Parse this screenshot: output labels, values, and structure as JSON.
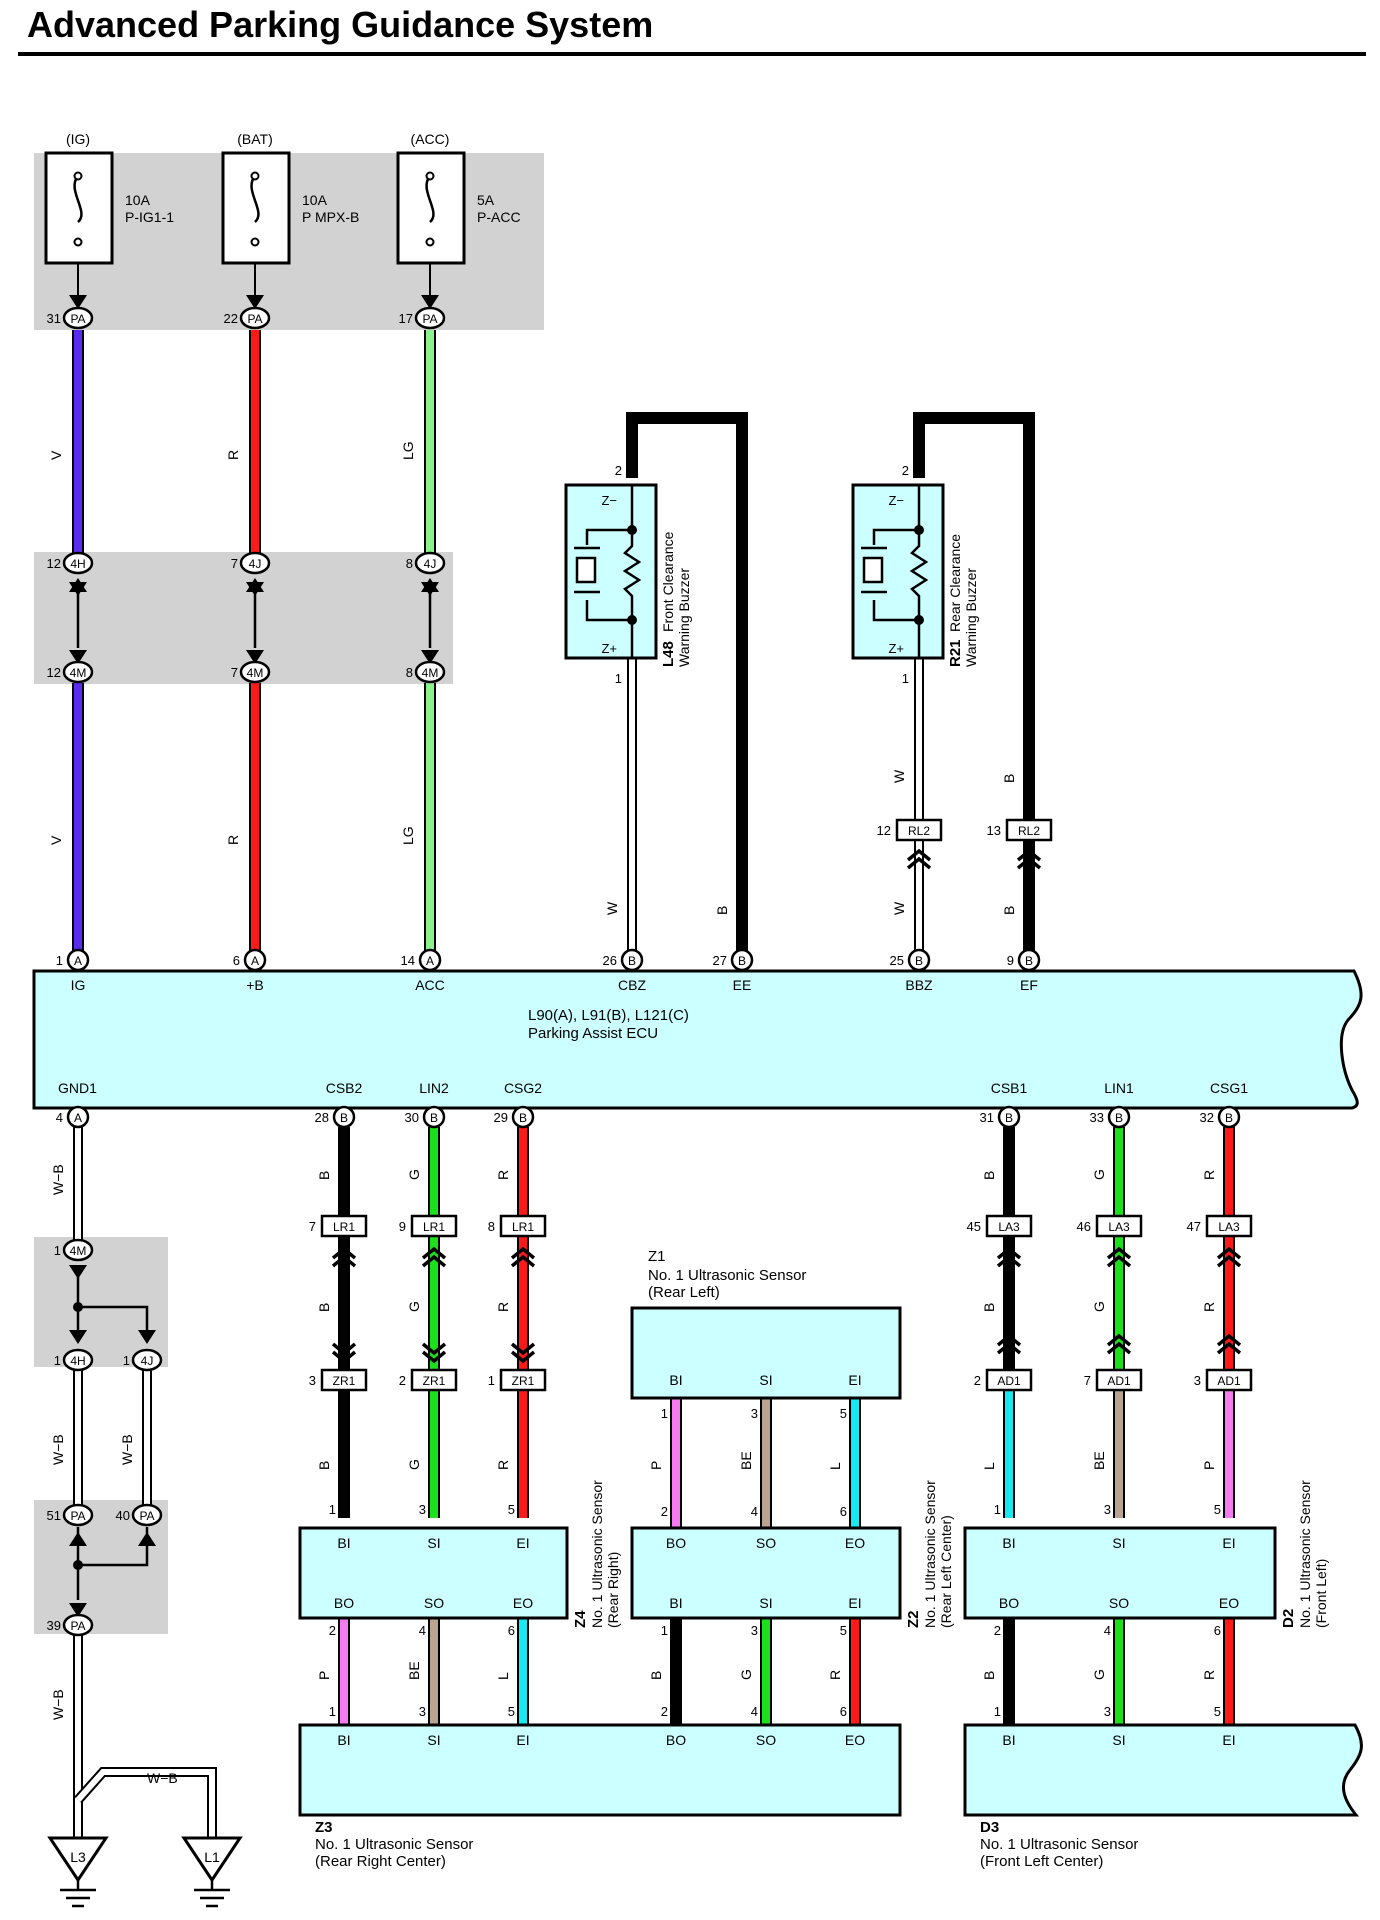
{
  "title": "Advanced Parking Guidance System",
  "fuses": [
    {
      "source": "(IG)",
      "rating": "10A",
      "name": "P-IG1-1",
      "pin": "31",
      "conn": "PA"
    },
    {
      "source": "(BAT)",
      "rating": "10A",
      "name": "P MPX-B",
      "pin": "22",
      "conn": "PA"
    },
    {
      "source": "(ACC)",
      "rating": "5A",
      "name": "P-ACC",
      "pin": "17",
      "conn": "PA"
    }
  ],
  "supply_wires": [
    {
      "color_code": "V",
      "color": "#5a2cf0",
      "j1": {
        "pin": "12",
        "conn": "4H"
      },
      "j2": {
        "pin": "12",
        "conn": "4M"
      },
      "ecu": {
        "pin": "1",
        "conn": "A",
        "label": "IG"
      }
    },
    {
      "color_code": "R",
      "color": "#ff1a1a",
      "j1": {
        "pin": "7",
        "conn": "4J"
      },
      "j2": {
        "pin": "7",
        "conn": "4M"
      },
      "ecu": {
        "pin": "6",
        "conn": "A",
        "label": "+B"
      }
    },
    {
      "color_code": "LG",
      "color": "#8cf28c",
      "j1": {
        "pin": "8",
        "conn": "4J"
      },
      "j2": {
        "pin": "8",
        "conn": "4M"
      },
      "ecu": {
        "pin": "14",
        "conn": "A",
        "label": "ACC"
      }
    }
  ],
  "buzzers": [
    {
      "code": "L48",
      "name": "Front Clearance Warning Buzzer",
      "pin_top": "2",
      "pin_bottom": "1",
      "z_minus": "Z−",
      "z_plus": "Z+",
      "wire_w": "W",
      "wire_b": "B",
      "ecu_w": {
        "pin": "26",
        "conn": "B",
        "label": "CBZ"
      },
      "ecu_b": {
        "pin": "27",
        "conn": "B",
        "label": "EE"
      }
    },
    {
      "code": "R21",
      "name": "Rear Clearance Warning Buzzer",
      "pin_top": "2",
      "pin_bottom": "1",
      "z_minus": "Z−",
      "z_plus": "Z+",
      "wire_w": "W",
      "wire_b": "B",
      "conn_w": {
        "pin": "12",
        "conn": "RL2"
      },
      "conn_b": {
        "pin": "13",
        "conn": "RL2"
      },
      "ecu_w": {
        "pin": "25",
        "conn": "B",
        "label": "BBZ"
      },
      "ecu_b": {
        "pin": "9",
        "conn": "B",
        "label": "EF"
      }
    }
  ],
  "ecu": {
    "code": "L90(A), L91(B), L121(C)",
    "name": "Parking Assist ECU"
  },
  "ground": {
    "ecu_pin": {
      "pin": "4",
      "conn": "A",
      "label": "GND1"
    },
    "wire": "W−B",
    "joints": [
      {
        "pin": "1",
        "conn": "4M"
      },
      {
        "pin": "1",
        "conn": "4H"
      },
      {
        "pin": "1",
        "conn": "4J"
      },
      {
        "pin": "51",
        "conn": "PA"
      },
      {
        "pin": "40",
        "conn": "PA"
      },
      {
        "pin": "39",
        "conn": "PA"
      }
    ],
    "wire_upper": "W−B",
    "wire_mid_a": "W−B",
    "wire_mid_b": "W−B",
    "wire_lower": "W−B",
    "wire_top": "W−B",
    "grounds": [
      "L3",
      "L1"
    ]
  },
  "rear_lines": [
    {
      "ecu": {
        "pin": "28",
        "conn": "B",
        "label": "CSB2"
      },
      "code": "B",
      "color": "#000000",
      "c1": {
        "pin": "7",
        "conn": "LR1"
      },
      "c2": {
        "pin": "3",
        "conn": "ZR1"
      },
      "sensor_pin": "1"
    },
    {
      "ecu": {
        "pin": "30",
        "conn": "B",
        "label": "LIN2"
      },
      "code": "G",
      "color": "#1be01b",
      "c1": {
        "pin": "9",
        "conn": "LR1"
      },
      "c2": {
        "pin": "2",
        "conn": "ZR1"
      },
      "sensor_pin": "3"
    },
    {
      "ecu": {
        "pin": "29",
        "conn": "B",
        "label": "CSG2"
      },
      "code": "R",
      "color": "#ff1a1a",
      "c1": {
        "pin": "8",
        "conn": "LR1"
      },
      "c2": {
        "pin": "1",
        "conn": "ZR1"
      },
      "sensor_pin": "5"
    }
  ],
  "front_lines": [
    {
      "ecu": {
        "pin": "31",
        "conn": "B",
        "label": "CSB1"
      },
      "code_upper": "B",
      "code_lower": "L",
      "color_upper": "#000000",
      "color_lower": "#18e8f0",
      "c1": {
        "pin": "45",
        "conn": "LA3"
      },
      "c2": {
        "pin": "2",
        "conn": "AD1"
      },
      "sensor_pin": "1"
    },
    {
      "ecu": {
        "pin": "33",
        "conn": "B",
        "label": "LIN1"
      },
      "code_upper": "G",
      "code_lower": "BE",
      "color_upper": "#1be01b",
      "color_lower": "#b8a491",
      "c1": {
        "pin": "46",
        "conn": "LA3"
      },
      "c2": {
        "pin": "7",
        "conn": "AD1"
      },
      "sensor_pin": "3"
    },
    {
      "ecu": {
        "pin": "32",
        "conn": "B",
        "label": "CSG1"
      },
      "code_upper": "R",
      "code_lower": "P",
      "color_upper": "#ff1a1a",
      "color_lower": "#f47cf0",
      "c1": {
        "pin": "47",
        "conn": "LA3"
      },
      "c2": {
        "pin": "3",
        "conn": "AD1"
      },
      "sensor_pin": "5"
    }
  ],
  "sensors": {
    "z1": {
      "code": "Z1",
      "name": "No. 1 Ultrasonic Sensor",
      "pos": "(Rear Left)",
      "pins": [
        "BI",
        "SI",
        "EI"
      ]
    },
    "z4": {
      "code": "Z4",
      "name": "No. 1 Ultrasonic Sensor",
      "pos": "(Rear Right)",
      "top_pins": [
        "BI",
        "SI",
        "EI"
      ],
      "bottom_pins": [
        "BO",
        "SO",
        "EO"
      ]
    },
    "z2": {
      "code": "Z2",
      "name": "No. 1 Ultrasonic Sensor",
      "pos": "(Rear Left Center)",
      "top_pins": [
        "BO",
        "SO",
        "EO"
      ],
      "bottom_pins": [
        "BI",
        "SI",
        "EI"
      ]
    },
    "d2": {
      "code": "D2",
      "name": "No. 1 Ultrasonic Sensor",
      "pos": "(Front Left)",
      "top_pins": [
        "BI",
        "SI",
        "EI"
      ],
      "bottom_pins": [
        "BO",
        "SO",
        "EO"
      ]
    },
    "z3": {
      "code": "Z3",
      "name": "No. 1 Ultrasonic Sensor",
      "pos": "(Rear Right Center)",
      "pins": [
        "BI",
        "SI",
        "EI",
        "BO",
        "SO",
        "EO"
      ]
    },
    "d3": {
      "code": "D3",
      "name": "No. 1 Ultrasonic Sensor",
      "pos": "(Front Left Center)",
      "pins": [
        "BI",
        "SI",
        "EI"
      ]
    }
  },
  "links": {
    "z1_z2": [
      {
        "code": "P",
        "color": "#f47cf0",
        "pin_a": "1",
        "pin_b": "2"
      },
      {
        "code": "BE",
        "color": "#b8a491",
        "pin_a": "3",
        "pin_b": "4"
      },
      {
        "code": "L",
        "color": "#18e8f0",
        "pin_a": "5",
        "pin_b": "6"
      }
    ],
    "z4_z3": [
      {
        "code": "P",
        "color": "#f47cf0",
        "pin_a": "2",
        "pin_b": "1"
      },
      {
        "code": "BE",
        "color": "#b8a491",
        "pin_a": "4",
        "pin_b": "3"
      },
      {
        "code": "L",
        "color": "#18e8f0",
        "pin_a": "6",
        "pin_b": "5"
      }
    ],
    "z2_z3": [
      {
        "code": "B",
        "color": "#000000",
        "pin_a": "1",
        "pin_b": "2"
      },
      {
        "code": "G",
        "color": "#1be01b",
        "pin_a": "3",
        "pin_b": "4"
      },
      {
        "code": "R",
        "color": "#ff1a1a",
        "pin_a": "5",
        "pin_b": "6"
      }
    ],
    "d2_d3": [
      {
        "code": "B",
        "color": "#000000",
        "pin_a": "2",
        "pin_b": "1"
      },
      {
        "code": "G",
        "color": "#1be01b",
        "pin_a": "4",
        "pin_b": "3"
      },
      {
        "code": "R",
        "color": "#ff1a1a",
        "pin_a": "6",
        "pin_b": "5"
      }
    ]
  }
}
